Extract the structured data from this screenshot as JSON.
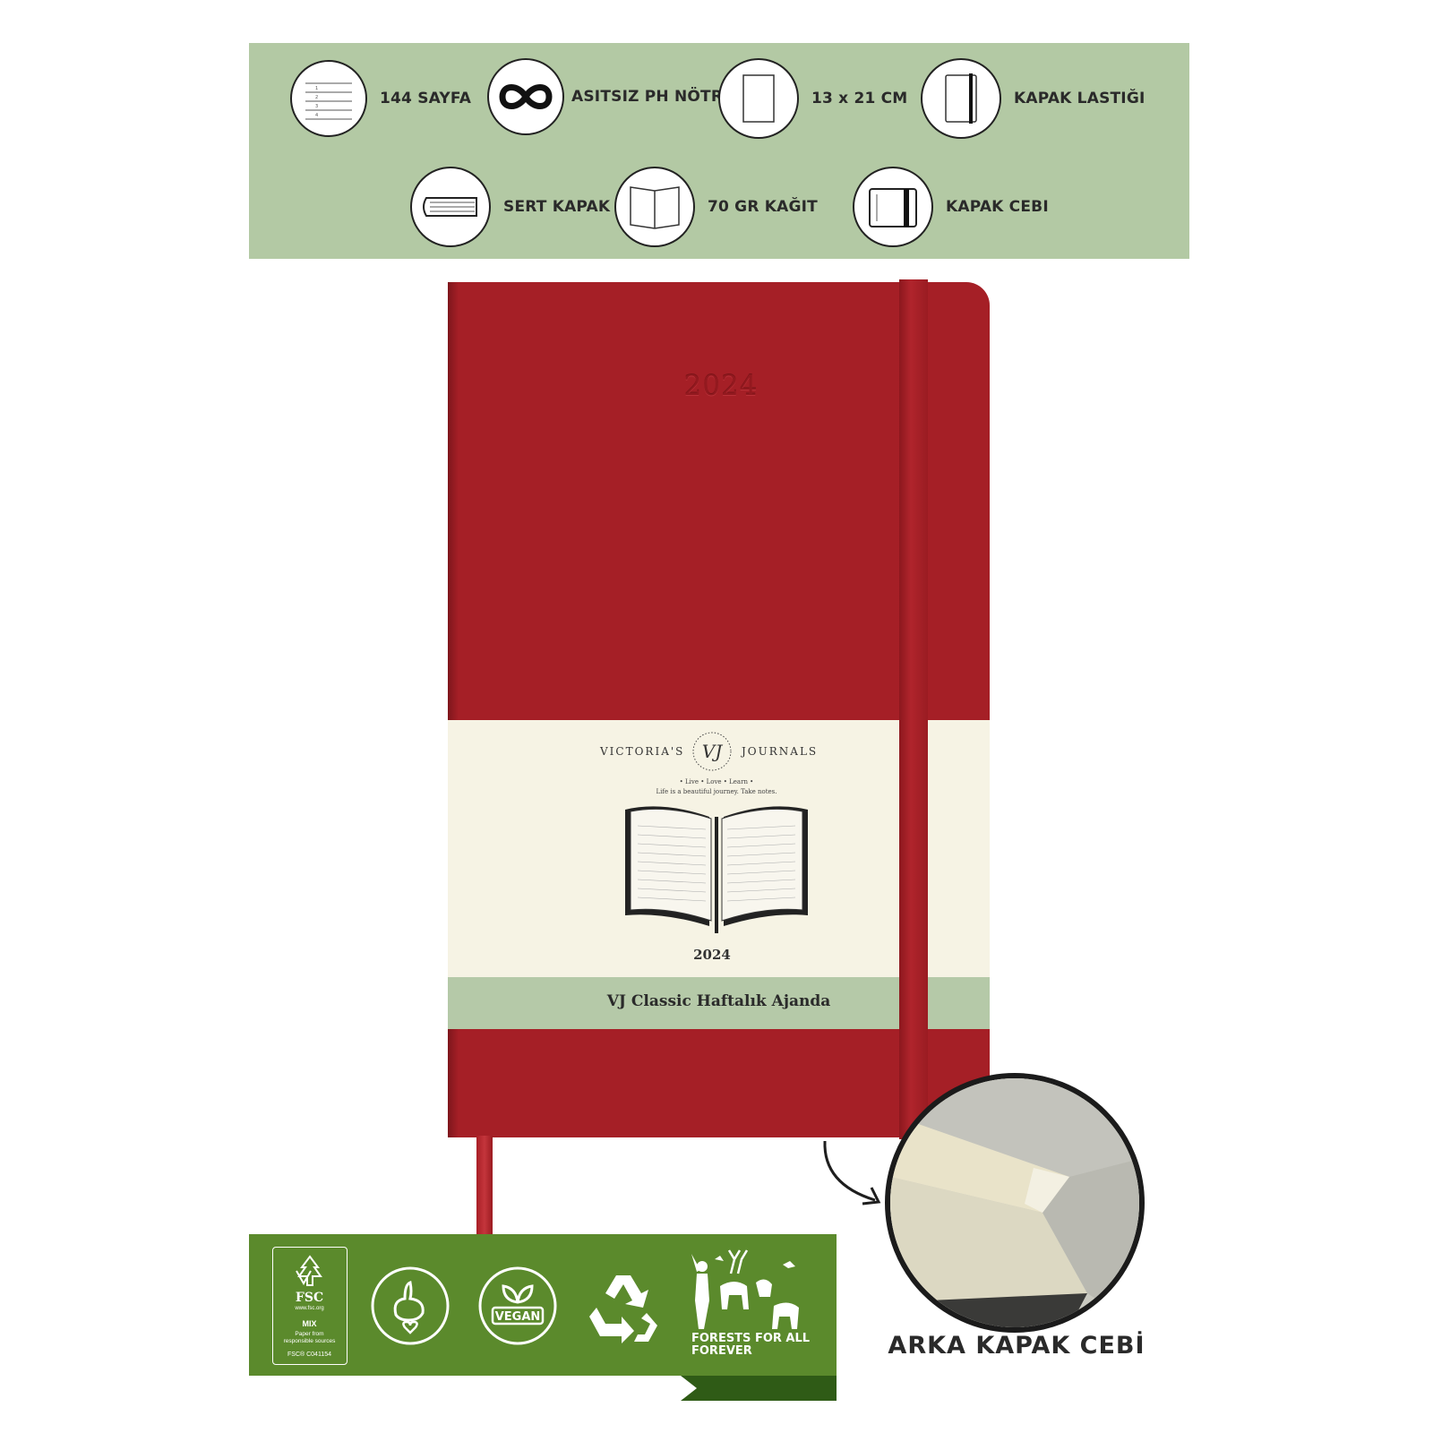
{
  "features": {
    "items": [
      {
        "label": "144 SAYFA",
        "icon": "lined-pages-icon"
      },
      {
        "label": "ASITSIZ PH NÖTR",
        "icon": "infinity-icon"
      },
      {
        "label": "13 x 21 CM",
        "icon": "page-size-icon"
      },
      {
        "label": "KAPAK LASTIĞI",
        "icon": "elastic-band-icon"
      },
      {
        "label": "SERT KAPAK",
        "icon": "hard-cover-icon"
      },
      {
        "label": "70 GR KAĞIT",
        "icon": "open-book-icon"
      },
      {
        "label": "KAPAK CEBI",
        "icon": "cover-pocket-icon"
      }
    ]
  },
  "notebook": {
    "cover_year": "2024",
    "color": "#a51f26",
    "band": {
      "brand_left": "VICTORIA'S",
      "brand_right": "JOURNALS",
      "logo": "VJ",
      "tagline_1": "• Live • Love • Learn •",
      "tagline_2": "Life is a beautiful journey. Take notes.",
      "year": "2024",
      "title": "VJ Classic Haftalık Ajanda"
    }
  },
  "eco": {
    "fsc": {
      "name": "FSC",
      "url": "www.fsc.org",
      "mix": "MIX",
      "line1": "Paper from",
      "line2": "responsible sources",
      "code": "FSC® C041154"
    },
    "vegan": "VEGAN",
    "forests": [
      "FORESTS FOR ALL",
      "FOREVER"
    ],
    "color": "#5b8a2c"
  },
  "pocket": {
    "label": "ARKA KAPAK CEBİ"
  }
}
